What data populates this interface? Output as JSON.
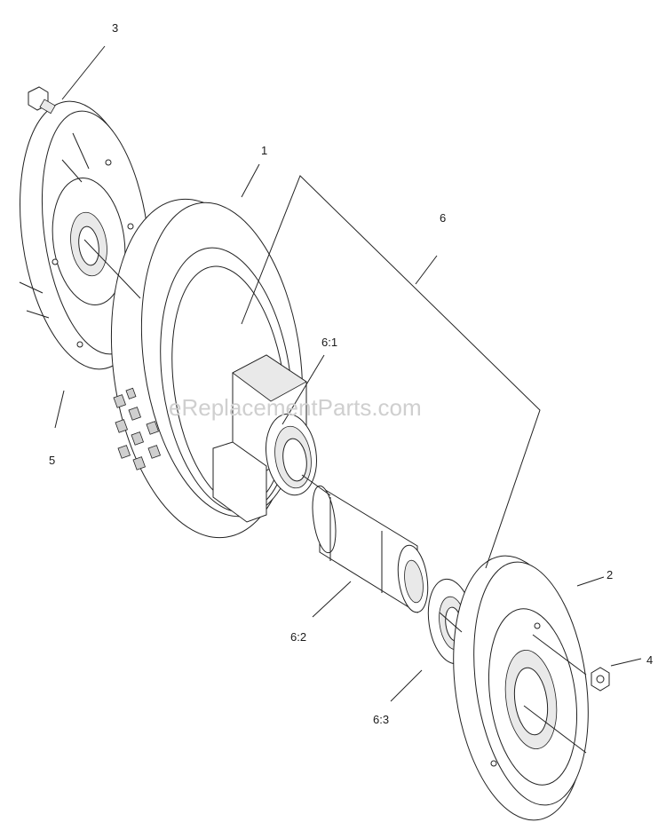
{
  "watermark": "eReplacementParts.com",
  "callouts": {
    "c1": "1",
    "c2": "2",
    "c3": "3",
    "c4": "4",
    "c5": "5",
    "c6": "6",
    "c6_1": "6:1",
    "c6_2": "6:2",
    "c6_3": "6:3"
  }
}
